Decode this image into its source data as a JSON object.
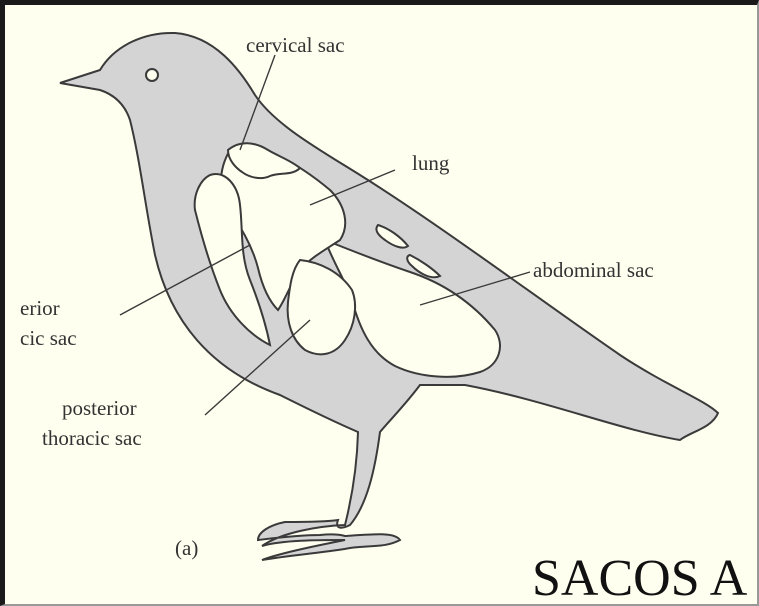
{
  "labels": {
    "cervical_sac": "cervical sac",
    "lung": "lung",
    "abdominal_sac": "abdominal sac",
    "anterior_thoracic_line1": "erior",
    "anterior_thoracic_line2": "cic sac",
    "posterior_thoracic_line1": "posterior",
    "posterior_thoracic_line2": "thoracic sac",
    "panel_label": "(a)"
  },
  "overlay_title": "SACOS A",
  "colors": {
    "background": "#fffff0",
    "body_fill": "#d4d4d4",
    "outline": "#3a3a3a"
  }
}
